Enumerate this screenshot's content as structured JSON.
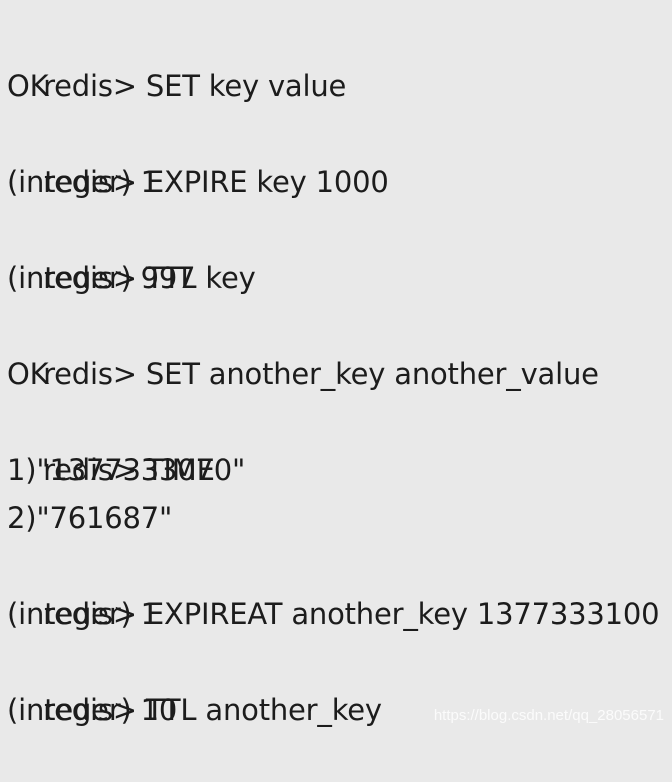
{
  "terminal": {
    "lines": [
      {
        "prompt": "redis> ",
        "command": "SET key value"
      },
      {
        "output": "OK"
      },
      {
        "prompt": "redis> ",
        "command": "EXPIRE key 1000"
      },
      {
        "output": "(integer) 1"
      },
      {
        "prompt": "redis> ",
        "command": "TTL key"
      },
      {
        "output": "(integer) 997"
      },
      {
        "prompt": "redis> ",
        "command": "SET another_key another_value"
      },
      {
        "output": "OK"
      },
      {
        "prompt": "redis> ",
        "command": "TIME"
      },
      {
        "output": "1)\"1377333070\""
      },
      {
        "output": "2)\"761687\""
      },
      {
        "prompt": "redis> ",
        "command": "EXPIREAT another_key 1377333100"
      },
      {
        "output": "(integer) 1"
      },
      {
        "prompt": "redis> ",
        "command": "TTL another_key"
      },
      {
        "output": "(integer) 10"
      }
    ]
  },
  "watermark": "https://blog.csdn.net/qq_28056571"
}
